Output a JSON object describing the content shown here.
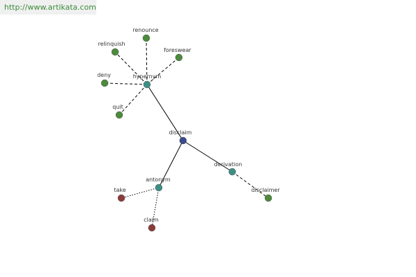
{
  "site_url": "http://www.artikata.com",
  "colors": {
    "center": "#3a4a8c",
    "relation": "#3d8f86",
    "synonym": "#4c8a3c",
    "antonym": "#8c3a3a",
    "edge": "#000000"
  },
  "graph": {
    "center": {
      "label": "disclaim"
    },
    "relations": [
      {
        "id": "hypernym",
        "label": "hypernym"
      },
      {
        "id": "derivation",
        "label": "derivation"
      },
      {
        "id": "antonym",
        "label": "antonym"
      }
    ],
    "leaves": [
      {
        "id": "renounce",
        "label": "renounce",
        "group": "hypernym"
      },
      {
        "id": "relinquish",
        "label": "relinquish",
        "group": "hypernym"
      },
      {
        "id": "foreswear",
        "label": "foreswear",
        "group": "hypernym"
      },
      {
        "id": "deny",
        "label": "deny",
        "group": "hypernym"
      },
      {
        "id": "quit",
        "label": "quit",
        "group": "hypernym"
      },
      {
        "id": "disclaimer",
        "label": "disclaimer",
        "group": "derivation"
      },
      {
        "id": "take",
        "label": "take",
        "group": "antonym"
      },
      {
        "id": "claim",
        "label": "claim",
        "group": "antonym"
      }
    ]
  }
}
